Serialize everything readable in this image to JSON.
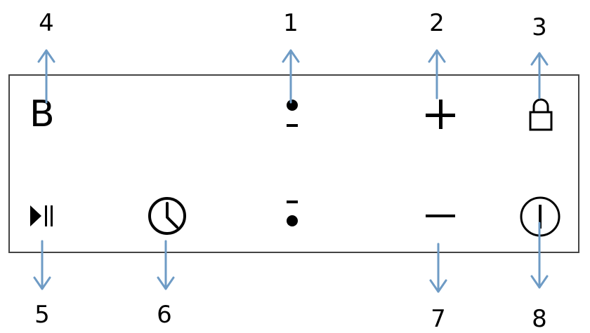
{
  "colors": {
    "arrow": "#6e9bc5",
    "symbol": "#000000",
    "frame": "#444444"
  },
  "callouts": {
    "n1": "1",
    "n2": "2",
    "n3": "3",
    "n4": "4",
    "n5": "5",
    "n6": "6",
    "n7": "7",
    "n8": "8"
  },
  "controls": {
    "booster_letter": "B",
    "top_row_icons": [
      "booster-icon",
      "power-level-increase-dots-icon",
      "plus-icon",
      "lock-icon"
    ],
    "bottom_row_icons": [
      "pause-play-icon",
      "timer-clock-icon",
      "power-level-decrease-dots-icon",
      "minus-icon",
      "power-icon"
    ]
  }
}
